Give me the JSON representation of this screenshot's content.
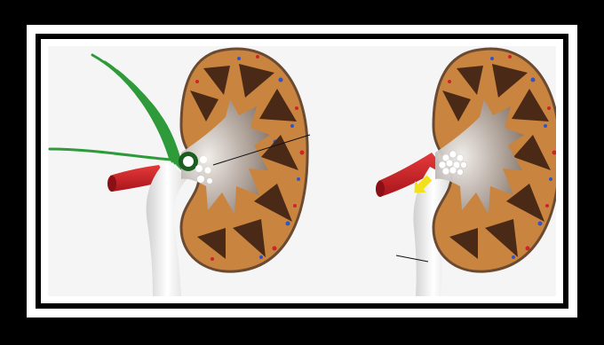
{
  "figure": {
    "panels": [
      {
        "name": "left-kidney",
        "description_icon": "kidney-with-stone-and-shockwave"
      },
      {
        "name": "right-kidney",
        "description_icon": "kidney-with-fragmented-stone"
      }
    ],
    "colors": {
      "frame": "#000000",
      "kidney_outer": "#c9843f",
      "kidney_inner": "#6b4a32",
      "pyramid": "#4a2a16",
      "shockwave": "#2e9a3a",
      "artery": "#d1222a",
      "ureter": "#e8e8e8",
      "arrow": "#f2e11a"
    }
  }
}
